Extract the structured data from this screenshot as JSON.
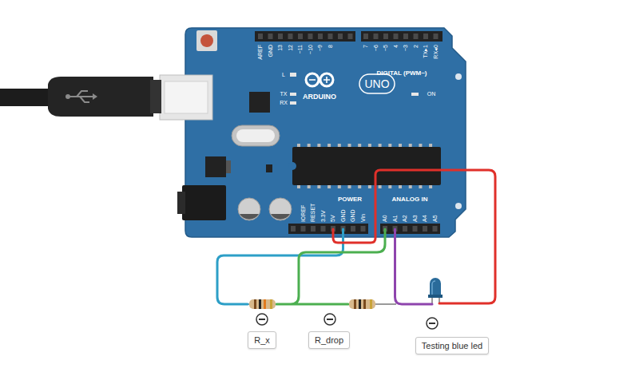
{
  "diagram": {
    "nodes": [
      {
        "text": [
          "R_x"
        ]
      },
      {
        "text": [
          "R_drop"
        ]
      },
      {
        "text": [
          "Testing blue led"
        ]
      }
    ],
    "labels": [
      "AREF",
      "GND",
      "13",
      "12",
      "~11",
      "~10",
      "~9",
      "8",
      "7",
      "~6",
      "~5",
      "4",
      "~3",
      "2",
      "TX▸1",
      "RX◂0",
      "DIGITAL (PWM~)",
      "L",
      "TX",
      "RX",
      "ARDUINO",
      "UNO",
      "ON",
      "POWER",
      "ANALOG IN",
      "IOREF",
      "RESET",
      "3.3V",
      "5V",
      "GND",
      "GND",
      "Vin",
      "A0",
      "A1",
      "A2",
      "A3",
      "A4",
      "A5"
    ]
  }
}
